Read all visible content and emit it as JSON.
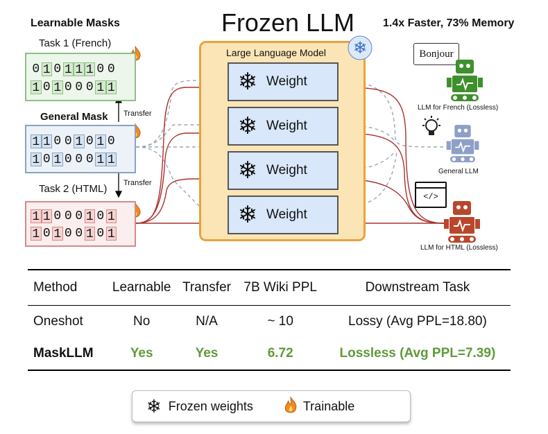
{
  "title": "Frozen LLM",
  "left_header": "Learnable Masks",
  "right_header": "1.4x Faster, 73% Memory",
  "tasks": {
    "french": {
      "label": "Task 1 (French)",
      "rows": [
        "01011100",
        "10100011"
      ],
      "fill": "#d6ead2",
      "border": "#8fbe86"
    },
    "general": {
      "label": "General Mask",
      "rows": [
        "11001010",
        "10100011"
      ],
      "fill": "#d7e3f1",
      "border": "#8aa2c3"
    },
    "html": {
      "label": "Task 2 (HTML)",
      "rows": [
        "11000101",
        "10100101"
      ],
      "fill": "#f5d4d3",
      "border": "#d48a88"
    }
  },
  "transfer_label": "Transfer",
  "llm": {
    "label": "Large Language Model",
    "weight_label": "Weight",
    "weights": 4
  },
  "robots": {
    "french": {
      "speech": "Bonjour",
      "caption": "LLM for French (Lossless)",
      "color": "#3f8f2c"
    },
    "general": {
      "caption": "General LLM",
      "color": "#8ea0c7"
    },
    "html": {
      "icon": "</>",
      "caption": "LLM for HTML (Lossless)",
      "color": "#b9472b"
    }
  },
  "colors": {
    "llm_fill": "#fbe5b6",
    "llm_border": "#e9a33b",
    "weight_fill": "#d8e7fa",
    "flame": "#f08a24",
    "green": "#5f9a3a",
    "red_line": "#a8322f"
  },
  "table": {
    "headers": [
      "Method",
      "Learnable",
      "Transfer",
      "7B Wiki PPL",
      "Downstream Task"
    ],
    "rows": [
      [
        "Oneshot",
        "No",
        "N/A",
        "~ 10",
        "Lossy (Avg PPL=18.80)"
      ],
      [
        "MaskLLM",
        "Yes",
        "Yes",
        "6.72",
        "Lossless (Avg PPL=7.39)"
      ]
    ]
  },
  "legend": {
    "frozen": "Frozen weights",
    "trainable": "Trainable"
  }
}
